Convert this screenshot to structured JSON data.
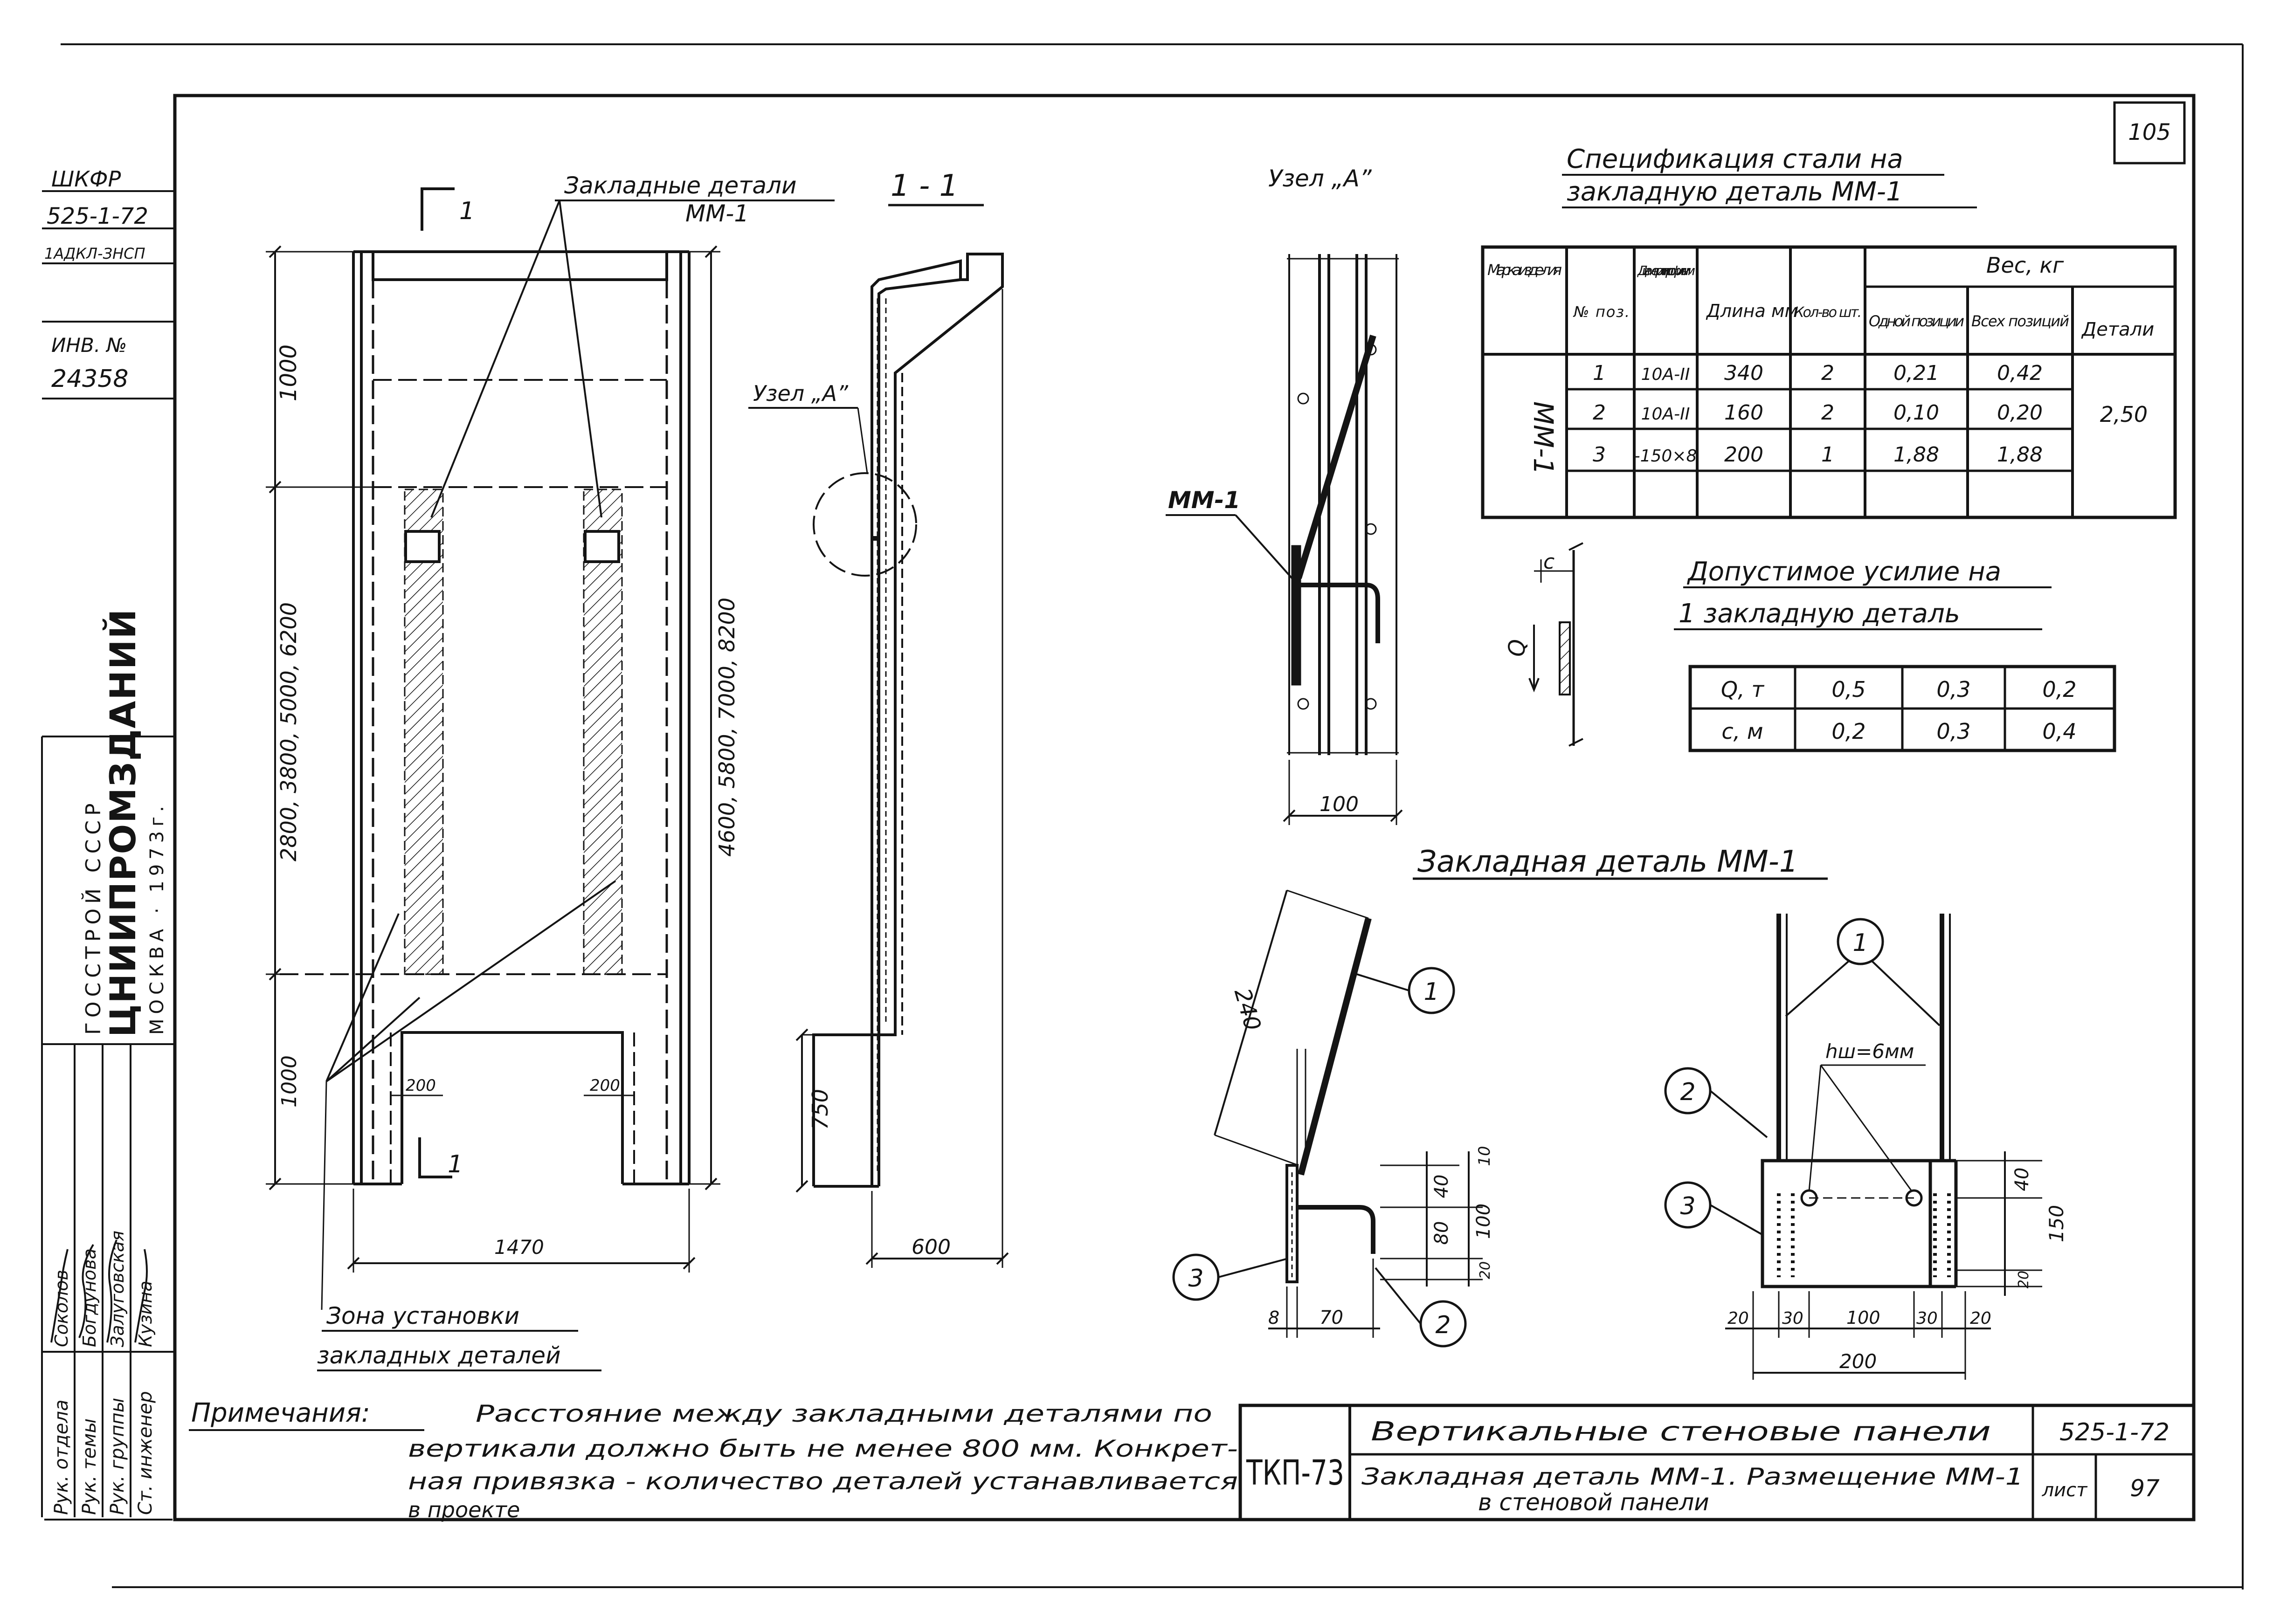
{
  "sheet": {
    "number": "105"
  },
  "left_strip": {
    "code1": "ШКФР",
    "code2": "525-1-72",
    "code3": "1АДКЛ-ЗНСП",
    "inv_label": "ИНВ. №",
    "inv_number": "24358",
    "org1": "ГОССТРОЙ СССР",
    "org2": "ЦНИИПРОМЗДАНИЙ",
    "org3": "МОСКВА · 1973г.",
    "roles": [
      "Рук. отдела",
      "Рук. темы",
      "Рук. группы",
      "Ст. инженер"
    ],
    "names": [
      "Соколов",
      "Богдунова",
      "Залуговская",
      "Кузина"
    ]
  },
  "panel_view": {
    "cut_mark": "1",
    "leader_label_1": "Закладные детали",
    "leader_label_2": "ММ-1",
    "dim_top": "1000",
    "dim_mid": "2800, 3800, 5000, 6200",
    "dim_bottom": "1000",
    "dim_right": "4600, 5800, 7000, 8200",
    "dim_200a": "200",
    "dim_200b": "200",
    "dim_width": "1470",
    "zone_label_1": "Зона установки",
    "zone_label_2": "закладных деталей"
  },
  "section_view": {
    "title": "1 - 1",
    "node_label": "Узел „А”",
    "dim_750": "750",
    "dim_600": "600"
  },
  "node_view": {
    "title": "Узел „А”",
    "part_label": "ММ-1",
    "dim_100": "100"
  },
  "spec_table": {
    "title_1": "Спецификация стали на",
    "title_2": "закладную деталь ММ-1",
    "headers": [
      "Марка изде-лия",
      "№ поз.",
      "Диаметр или профиль мм",
      "Длина мм",
      "Кол-во шт.",
      "Вес, кг",
      "Одной позиции",
      "Всех позиций",
      "Детали"
    ],
    "mark": "ММ-1",
    "rows": [
      [
        "1",
        "10А-II",
        "340",
        "2",
        "0,21",
        "0,42"
      ],
      [
        "2",
        "10А-II",
        "160",
        "2",
        "0,10",
        "0,20"
      ],
      [
        "3",
        "-150×8",
        "200",
        "1",
        "1,88",
        "1,88"
      ]
    ],
    "total_weight": "2,50"
  },
  "force_table": {
    "title_1": "Допустимое усилие на",
    "title_2": "1 закладную деталь",
    "label_c": "c",
    "label_q": "Q",
    "rows": [
      [
        "Q, т",
        "0,5",
        "0,3",
        "0,2"
      ],
      [
        "c, м",
        "0,2",
        "0,3",
        "0,4"
      ]
    ]
  },
  "detail_title": "Закладная деталь ММ-1",
  "side_view": {
    "dim_240": "240",
    "dim_40": "40",
    "dim_10a": "10",
    "dim_80": "80",
    "dim_100": "100",
    "dim_20": "20",
    "dim_8": "8",
    "dim_70": "70",
    "callout_1": "1",
    "callout_2": "2",
    "callout_3": "3"
  },
  "front_view": {
    "weld": "hш=6мм",
    "dim_40": "40",
    "dim_150": "150",
    "dim_20v": "20",
    "bottom_dims": [
      "20",
      "30",
      "100",
      "30",
      "20"
    ],
    "dim_200": "200",
    "callout_1": "1",
    "callout_2": "2",
    "callout_3": "3"
  },
  "notes": {
    "label": "Примечания:",
    "line1": "Расстояние между закладными деталями по",
    "line2": "вертикали должно быть не менее 800 мм. Конкрет-",
    "line3": "ная привязка - количество деталей устанавливается",
    "line4": "в проекте"
  },
  "title_block": {
    "stamp": "ТКП-73",
    "title_1": "Вертикальные стеновые панели",
    "title_2": "Закладная деталь ММ-1. Размещение ММ-1",
    "title_3": "в стеновой панели",
    "series": "525-1-72",
    "sheet_label": "лист",
    "sheet_no": "97"
  }
}
